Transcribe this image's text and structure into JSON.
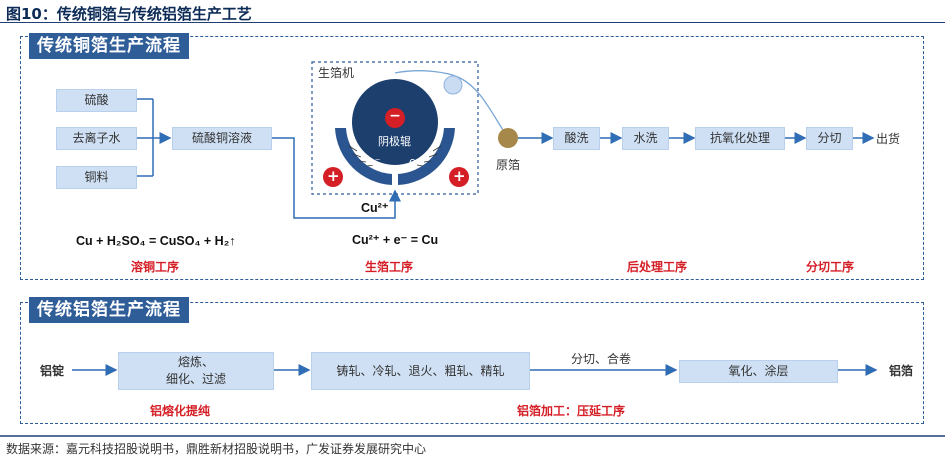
{
  "figure_title": "图10：传统铜箔与传统铝箔生产工艺",
  "copper": {
    "tab": "传统铜箔生产流程",
    "inputs": [
      "硫酸",
      "去离子水",
      "铜料"
    ],
    "solution": "硫酸铜溶液",
    "machine_label": "生箔机",
    "cathode_label": "阴极辊",
    "minus_sign": "−",
    "plus_sign": "+",
    "electron": "e⁻",
    "ion": "Cu²⁺",
    "raw_foil": "原箔",
    "post_steps": [
      "酸洗",
      "水洗",
      "抗氧化处理",
      "分切"
    ],
    "ship": "出货",
    "eq1": "Cu + H₂SO₄ = CuSO₄ + H₂↑",
    "eq2": "Cu²⁺ + e⁻ =  Cu",
    "stages": [
      "溶铜工序",
      "生箔工序",
      "后处理工序",
      "分切工序"
    ]
  },
  "aluminum": {
    "tab": "传统铝箔生产流程",
    "start": "铝锭",
    "melt_line1": "熔炼、",
    "melt_line2": "细化、过滤",
    "rolling": "铸轧、冷轧、退火、粗轧、精轧",
    "cut_label": "分切、合卷",
    "oxid": "氧化、涂层",
    "end": "铝箔",
    "stages": [
      "铝熔化提纯",
      "铝箔加工：压延工序"
    ]
  },
  "source": "数据来源：嘉元科技招股说明书，鼎胜新材招股说明书，广发证券发展研究中心",
  "colors": {
    "navy": "#1c3f6e",
    "box": "#cfe0f4",
    "red": "#d51f26",
    "arrow": "#2f6db5"
  }
}
